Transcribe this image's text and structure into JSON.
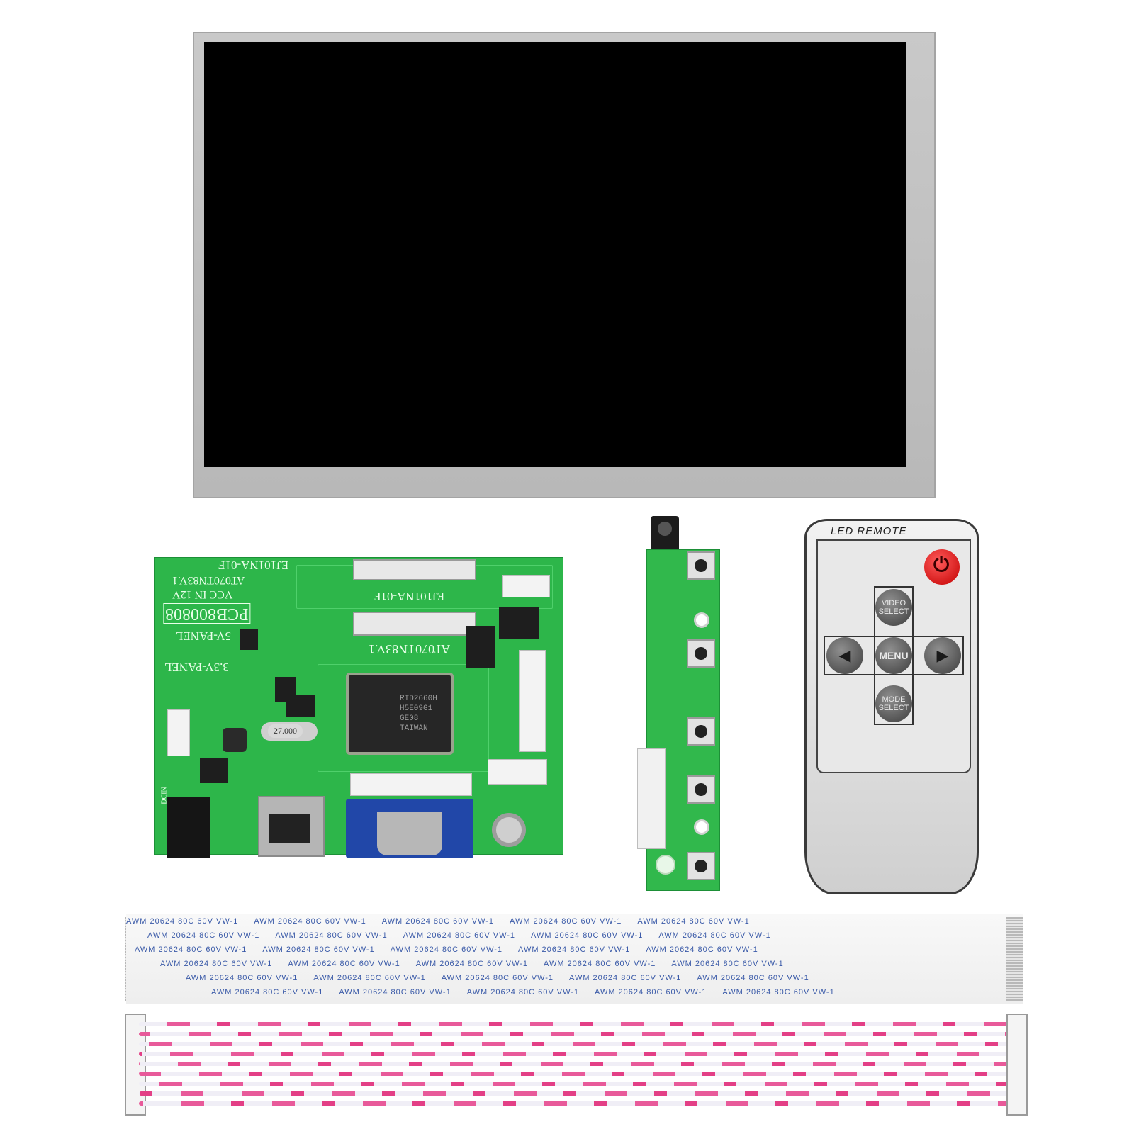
{
  "board": {
    "model": "EJ101NA-01F",
    "version": "AT070TN83V.1",
    "power_label": "VCC  IN  12V",
    "pcb_id": "PCB800808",
    "panel_5v": "5V-PANEL",
    "panel_33v": "3.3V-PANEL",
    "fpc_model": "EJ101NA-01F",
    "fpc_version": "AT070TN83V.1",
    "crystal": "27.000",
    "chip_line1": "RTD2660H",
    "chip_line2": "H5E09G1",
    "chip_line3": "GE08 TAIWAN",
    "dc_in": "DCIN"
  },
  "remote": {
    "title": "LED REMOTE",
    "power_icon": "power-icon",
    "buttons": {
      "video": "VIDEO SELECT",
      "mode": "MODE SELECT",
      "menu": "MENU",
      "left_icon": "left-arrow-icon",
      "right_icon": "right-arrow-icon"
    }
  },
  "ffc": {
    "rows": [
      "AWM  20624  80C  60V  VW-1",
      "AWM  20624  80C  60V  VW-1",
      "AWM  20624  80C  60V  VW-1",
      "AWM  20624  80C  60V  VW-1",
      "AWM  20624  80C  60V  VW-1",
      "AWM  20624  80C  60V  VW-1"
    ]
  },
  "colors": {
    "pcb_green": "#2db64a",
    "vga_blue": "#2147a8",
    "power_red": "#d60000",
    "wire_pink": "#e85a9a"
  }
}
